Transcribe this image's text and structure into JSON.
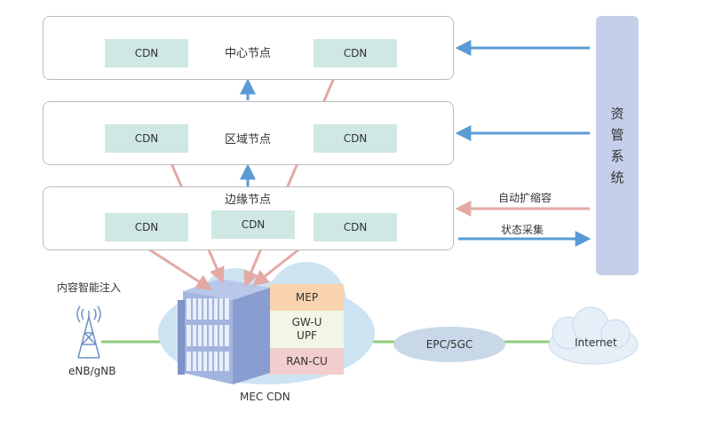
{
  "tiers": {
    "central": {
      "title": "中心节点",
      "cdn_left": "CDN",
      "cdn_right": "CDN"
    },
    "regional": {
      "title": "区域节点",
      "cdn_left": "CDN",
      "cdn_right": "CDN"
    },
    "edge": {
      "title": "边缘节点",
      "cdn_left": "CDN",
      "cdn_mid": "CDN",
      "cdn_right": "CDN"
    }
  },
  "management": {
    "chars": [
      "资",
      "管",
      "系",
      "统"
    ]
  },
  "arrows": {
    "auto_scale": "自动扩缩容",
    "status_collect": "状态采集"
  },
  "intelligent_injection": "内容智能注入",
  "base_station": "eNB/gNB",
  "mec": {
    "label": "MEC CDN",
    "mep": "MEP",
    "gwu_line1": "GW-U",
    "gwu_line2": "UPF",
    "ran": "RAN-CU"
  },
  "core": "EPC/5GC",
  "internet": "Internet",
  "colors": {
    "cdn_fill": "#cfe8e3",
    "mgmt_fill": "#c5cfea",
    "blue_arrow": "#5b9bd5",
    "pink_arrow": "#e3a9a5",
    "green_link": "#8fcb7c",
    "mep_fill": "#f9d3ad",
    "gwu_fill": "#f1f6e6",
    "ran_fill": "#f2cdcd"
  }
}
